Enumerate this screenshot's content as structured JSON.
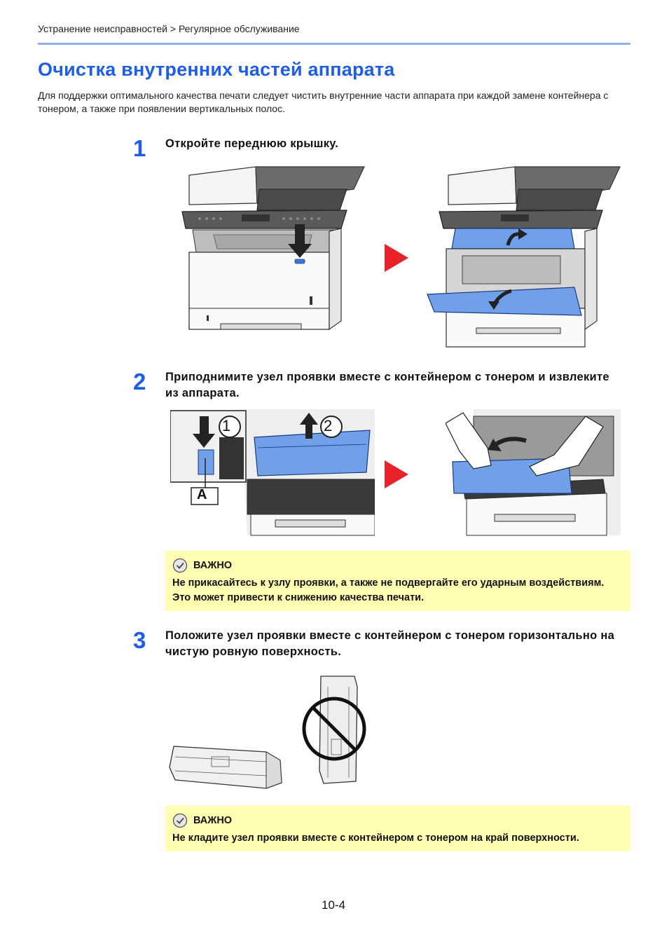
{
  "header": {
    "breadcrumb": "Устранение неисправностей > Регулярное обслуживание"
  },
  "page_title": "Очистка внутренних частей аппарата",
  "intro": "Для поддержки оптимального качества печати следует чистить внутренние части аппарата при каждой замене контейнера с тонером, а также при появлении вертикальных полос.",
  "steps": [
    {
      "number": "1",
      "text": "Откройте переднюю крышку."
    },
    {
      "number": "2",
      "text": "Приподнимите узел проявки вместе с контейнером с тонером и извлеките из аппарата."
    },
    {
      "number": "3",
      "text": "Положите узел проявки вместе с контейнером с тонером горизонтально на чистую ровную поверхность."
    }
  ],
  "callouts": {
    "circle_1": "1",
    "circle_2": "2",
    "label_a": "A"
  },
  "notes": [
    {
      "title": "ВАЖНО",
      "body": "Не прикасайтесь к узлу проявки, а также не подвергайте его ударным воздействиям. Это может привести к снижению качества печати."
    },
    {
      "title": "ВАЖНО",
      "body": "Не кладите узел проявки вместе с контейнером с тонером на край поверхности."
    }
  ],
  "footer": {
    "page_number": "10-4"
  },
  "colors": {
    "title_blue": "#1e5ee6",
    "rule_blue": "#8fb0f0",
    "arrow_red": "#e8212b",
    "note_bg": "#ffffb3",
    "part_blue": "#6fa0e8"
  }
}
